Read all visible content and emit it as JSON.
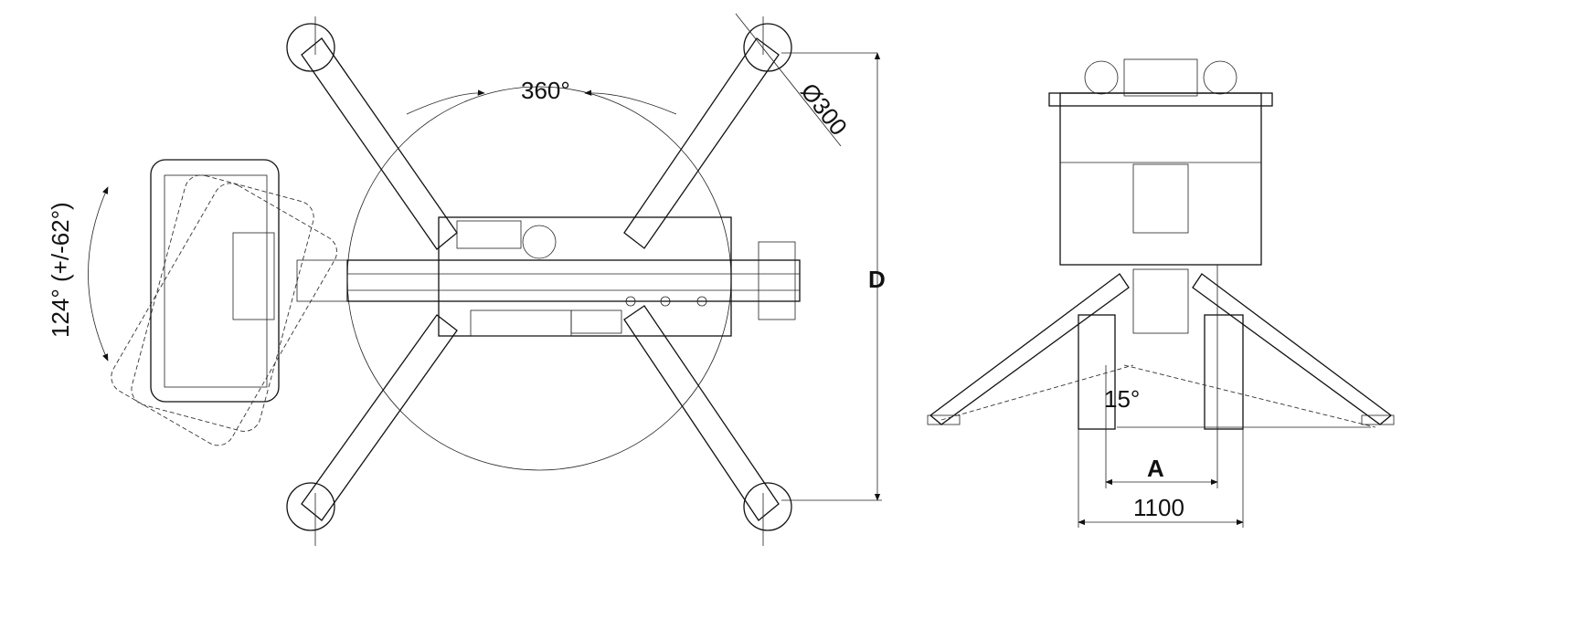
{
  "drawing": {
    "top_view": {
      "rotation_label": "360°",
      "pad_diameter_label": "Ø300",
      "basket_rotation_label": "124° (+/-62°)",
      "height_dim_label": "D"
    },
    "front_view": {
      "angle_label": "15°",
      "inner_width_label": "A",
      "track_width_label": "1100"
    },
    "colors": {
      "line": "#111111",
      "background": "#ffffff"
    }
  }
}
